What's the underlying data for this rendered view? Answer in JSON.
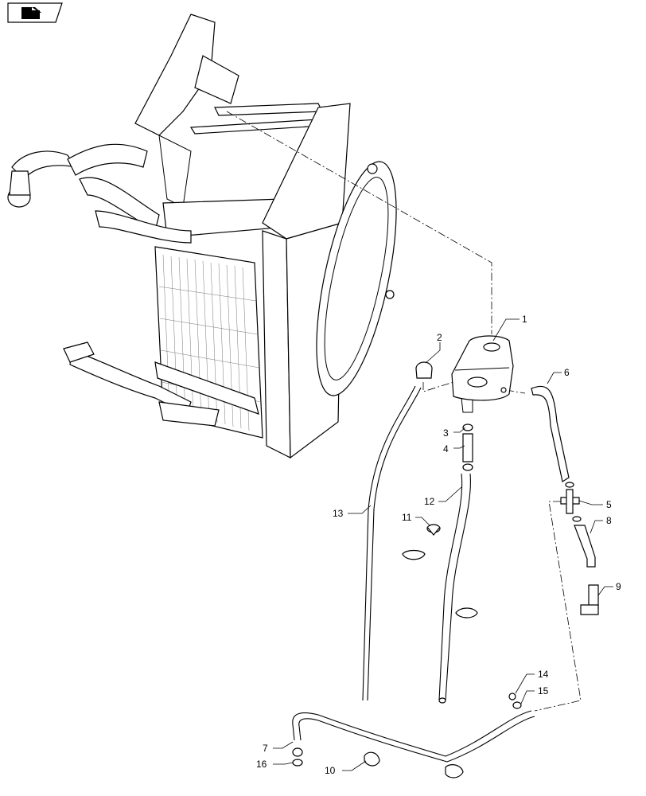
{
  "nav_icon": "book-page-icon",
  "callouts": [
    {
      "id": "1",
      "text": "1"
    },
    {
      "id": "2",
      "text": "2"
    },
    {
      "id": "3",
      "text": "3"
    },
    {
      "id": "4",
      "text": "4"
    },
    {
      "id": "5",
      "text": "5"
    },
    {
      "id": "6",
      "text": "6"
    },
    {
      "id": "7",
      "text": "7"
    },
    {
      "id": "8",
      "text": "8"
    },
    {
      "id": "9",
      "text": "9"
    },
    {
      "id": "10",
      "text": "10"
    },
    {
      "id": "11",
      "text": "11"
    },
    {
      "id": "12",
      "text": "12"
    },
    {
      "id": "13",
      "text": "13"
    },
    {
      "id": "14",
      "text": "14"
    },
    {
      "id": "15",
      "text": "15"
    },
    {
      "id": "16",
      "text": "16"
    }
  ]
}
